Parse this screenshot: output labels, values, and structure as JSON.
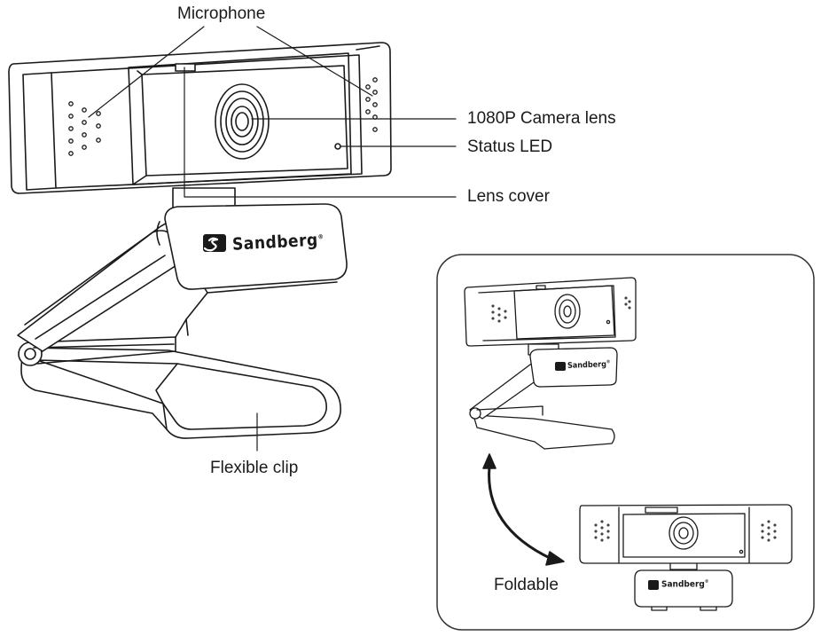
{
  "labels": {
    "microphone": "Microphone",
    "camera_lens": "1080P Camera lens",
    "status_led": "Status LED",
    "lens_cover": "Lens cover",
    "flexible_clip": "Flexible clip",
    "foldable": "Foldable"
  },
  "brand": {
    "name": "Sandberg",
    "mark": "®"
  },
  "colors": {
    "line": "#1a1a1a",
    "fill": "#ffffff",
    "inset_border": "#333333"
  }
}
